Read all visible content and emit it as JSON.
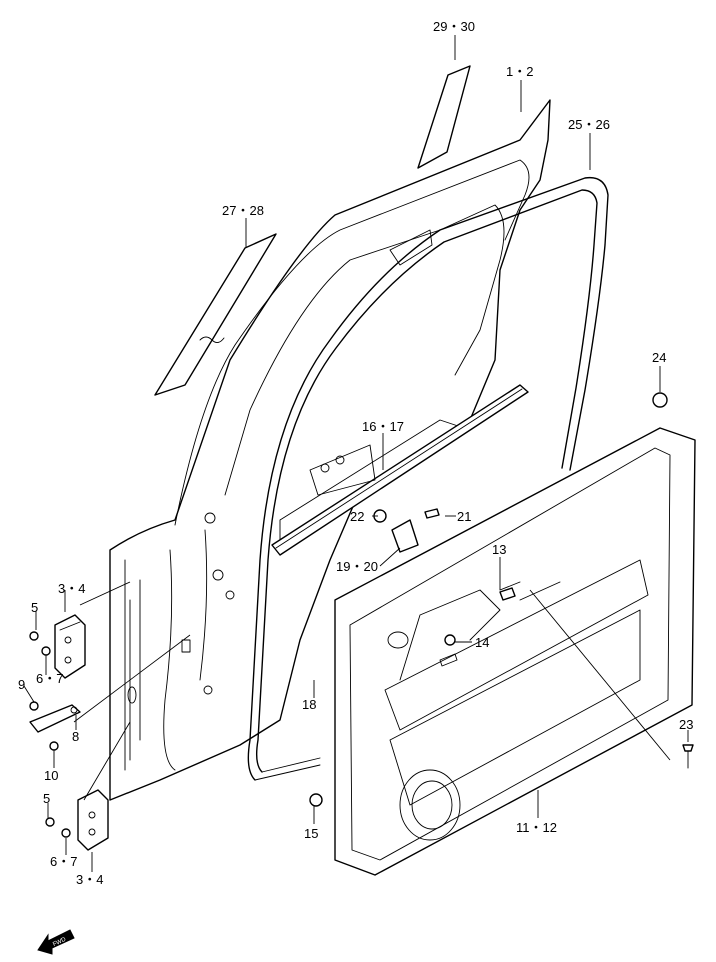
{
  "diagram": {
    "callouts": [
      {
        "id": "c-29-30",
        "text": "29・30"
      },
      {
        "id": "c-1-2",
        "text": "1・2"
      },
      {
        "id": "c-25-26",
        "text": "25・26"
      },
      {
        "id": "c-27-28",
        "text": "27・28"
      },
      {
        "id": "c-24",
        "text": "24"
      },
      {
        "id": "c-16-17",
        "text": "16・17"
      },
      {
        "id": "c-22",
        "text": "22"
      },
      {
        "id": "c-21",
        "text": "21"
      },
      {
        "id": "c-19-20",
        "text": "19・20"
      },
      {
        "id": "c-13",
        "text": "13"
      },
      {
        "id": "c-14",
        "text": "14"
      },
      {
        "id": "c-3-4-top",
        "text": "3・4"
      },
      {
        "id": "c-5-top",
        "text": "5"
      },
      {
        "id": "c-6-7-top",
        "text": "6・7"
      },
      {
        "id": "c-9",
        "text": "9"
      },
      {
        "id": "c-8",
        "text": "8"
      },
      {
        "id": "c-10",
        "text": "10"
      },
      {
        "id": "c-18",
        "text": "18"
      },
      {
        "id": "c-23",
        "text": "23"
      },
      {
        "id": "c-5-bottom",
        "text": "5"
      },
      {
        "id": "c-6-7-bottom",
        "text": "6・7"
      },
      {
        "id": "c-3-4-bottom",
        "text": "3・4"
      },
      {
        "id": "c-15",
        "text": "15"
      },
      {
        "id": "c-11-12",
        "text": "11・12"
      }
    ],
    "fwd_label": "FWD"
  }
}
